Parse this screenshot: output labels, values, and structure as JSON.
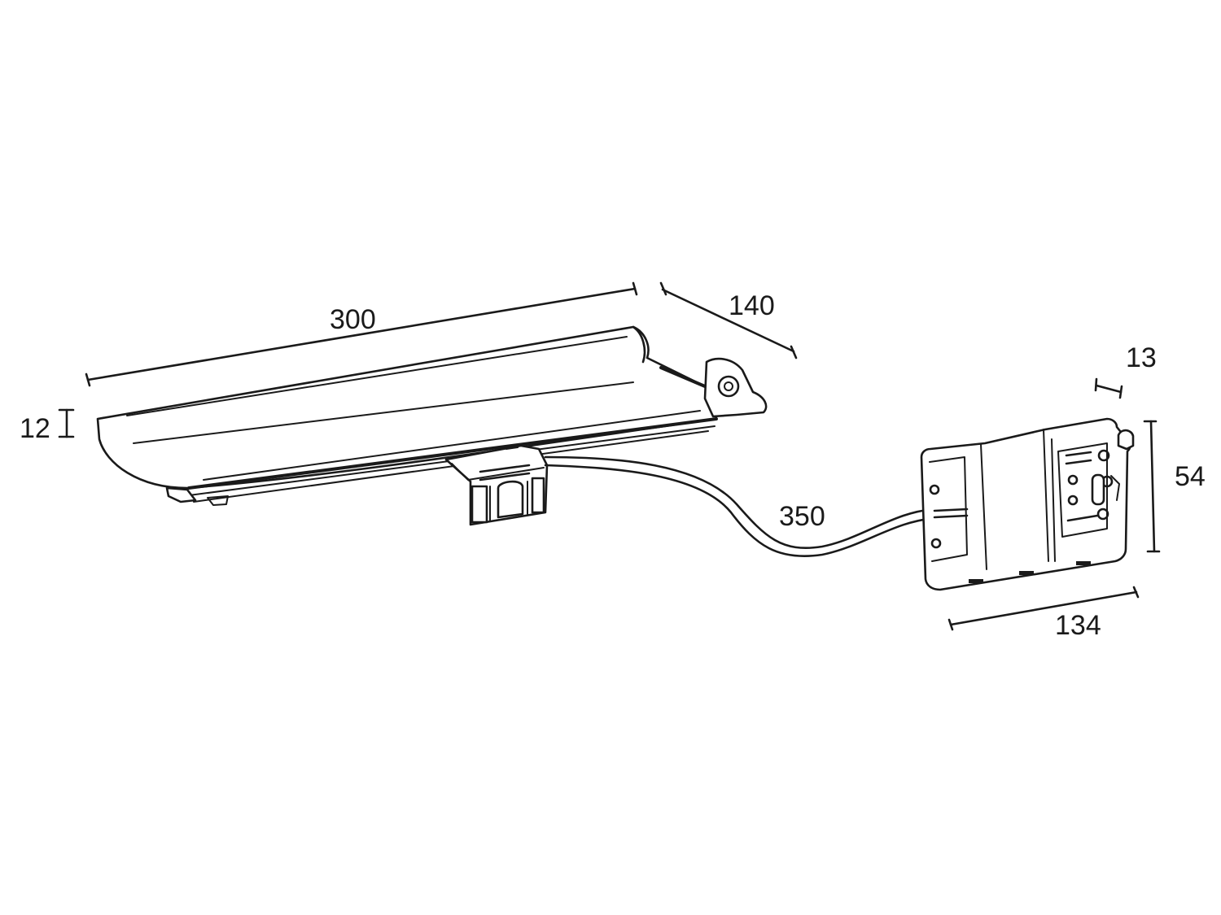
{
  "dimensions": {
    "length": "300",
    "depth": "140",
    "height": "12",
    "cable": "350",
    "driver_width": "134",
    "driver_height": "54",
    "driver_depth": "13"
  },
  "colors": {
    "line": "#1a1a1a",
    "background": "#ffffff"
  }
}
